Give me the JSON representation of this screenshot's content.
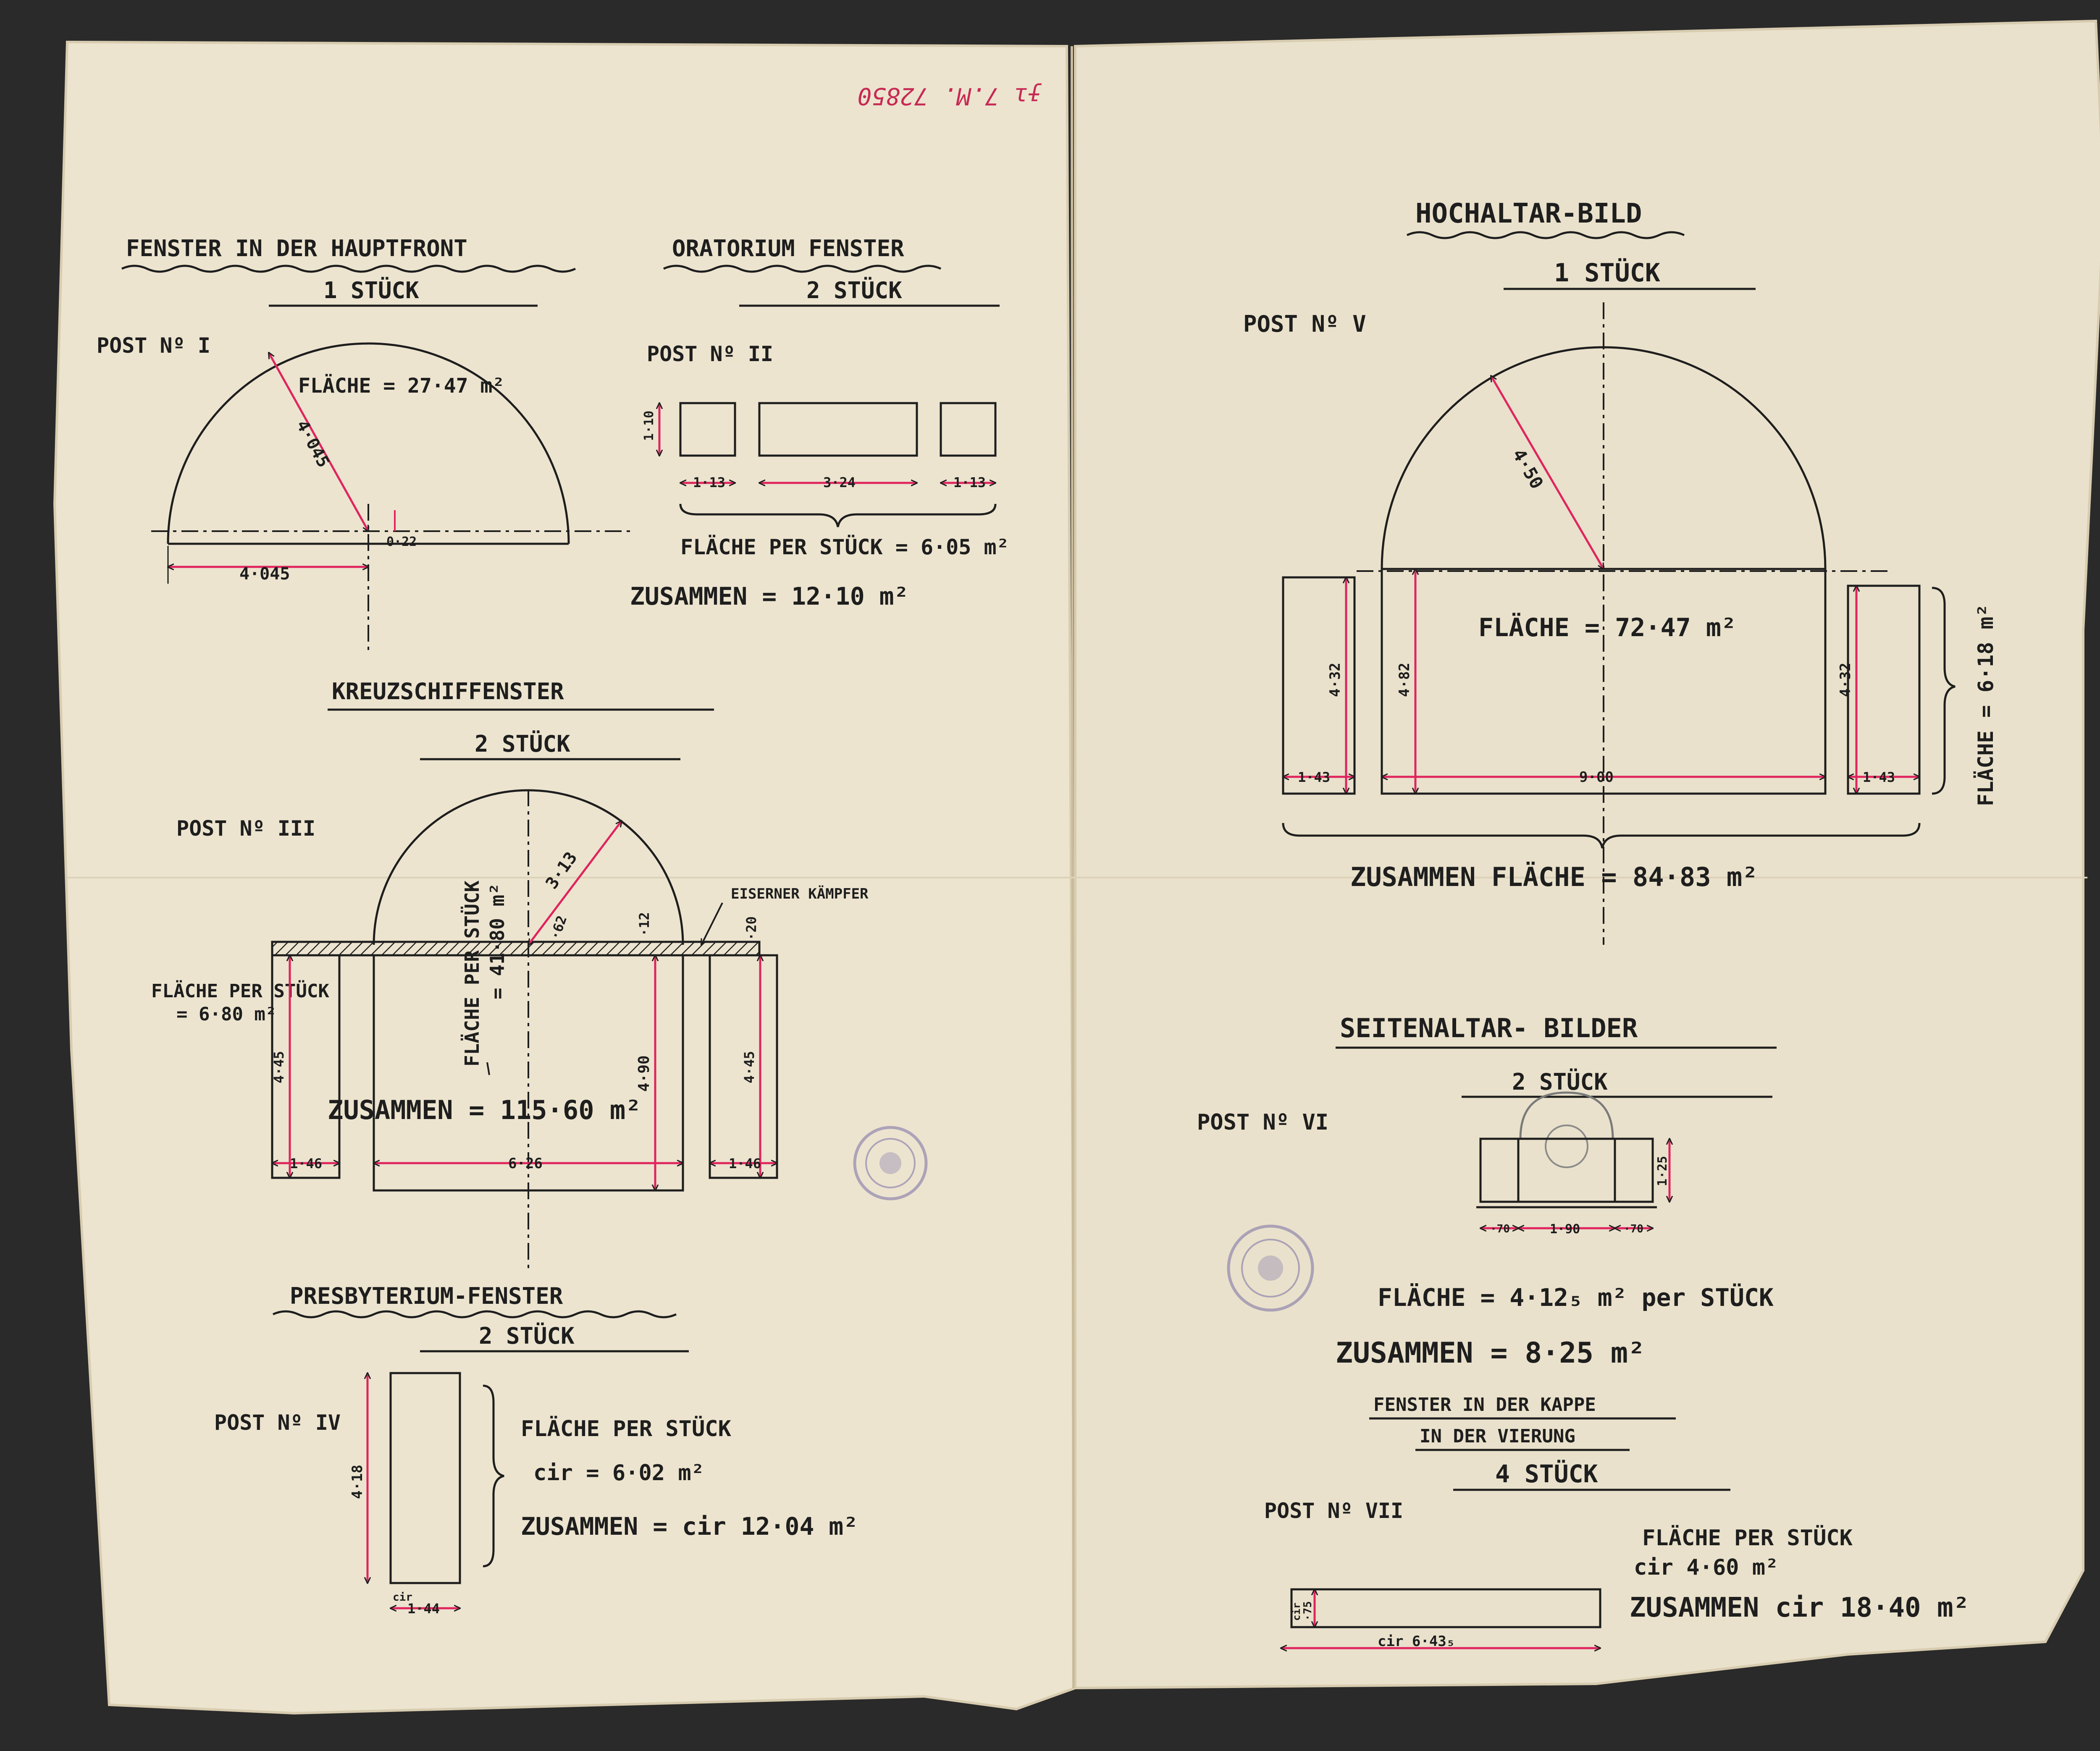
{
  "colors": {
    "paper": "#ece4cf",
    "paper_edge": "#d8ccb0",
    "ink": "#1e1e1e",
    "dim_red": "#e0245e",
    "stamp": "#7a6fa6",
    "pencil": "#c72a54"
  },
  "archive_note": "ɟɿ 7.M. 72850",
  "sec1": {
    "title": "FENSTER IN DER HAUPTFRONT",
    "qty": "1 STÜCK",
    "post": "POST Nº I",
    "area": "FLÄCHE = 27·47 m²",
    "radius": "4·045",
    "base": "4·045",
    "offset": "0·22"
  },
  "sec2": {
    "title": "ORATORIUM FENSTER",
    "qty": "2 STÜCK",
    "post": "POST Nº II",
    "height": "1·10",
    "w1": "1·13",
    "w2": "3·24",
    "w3": "1·13",
    "area": "FLÄCHE PER STÜCK = 6·05 m²",
    "total": "ZUSAMMEN = 12·10 m²"
  },
  "sec3": {
    "title": "KREUZSCHIFFENSTER",
    "qty": "2 STÜCK",
    "post": "POST Nº III",
    "kaempfer": "EISERNER KÄMPFER",
    "area_side_a": "FLÄCHE PER STÜCK",
    "area_side_b": "= 6·80 m²",
    "area_center_a": "FLÄCHE PER STÜCK",
    "area_center_b": "= 41·80 m²",
    "radius": "3·13",
    "d1": "·62",
    "d2": "·12",
    "d3": "·20",
    "h_left": "4·45",
    "h_center": "4·90",
    "h_right": "4·45",
    "w_left": "1·46",
    "w_center": "6·26",
    "w_right": "1·46",
    "total": "ZUSAMMEN = 115·60 m²"
  },
  "sec4": {
    "title": "PRESBYTERIUM-FENSTER",
    "qty": "2 STÜCK",
    "post": "POST Nº IV",
    "height": "4·18",
    "width_a": "cir",
    "width_b": "1·44",
    "area_a": "FLÄCHE PER STÜCK",
    "area_b": "cir = 6·02 m²",
    "total": "ZUSAMMEN = cir 12·04 m²"
  },
  "sec5": {
    "title": "HOCHALTAR-BILD",
    "qty": "1 STÜCK",
    "post": "POST Nº V",
    "radius": "4·50",
    "area": "FLÄCHE = 72·47 m²",
    "h_left": "4·32",
    "h_center": "4·82",
    "h_right": "4·32",
    "w_left": "1·43",
    "w_center": "9·00",
    "w_right": "1·43",
    "side_area": "FLÄCHE = 6·18 m²",
    "total": "ZUSAMMEN FLÄCHE = 84·83 m²"
  },
  "sec6": {
    "title": "SEITENALTAR- BILDER",
    "qty": "2 STÜCK",
    "post": "POST Nº VI",
    "height": "1·25",
    "w1": "·70",
    "w2": "1·90",
    "w3": "·70",
    "area": "FLÄCHE = 4·12₅ m² per STÜCK",
    "total": "ZUSAMMEN = 8·25 m²"
  },
  "sec7": {
    "title_a": "FENSTER IN DER KAPPE",
    "title_b": "IN DER VIERUNG",
    "qty": "4 STÜCK",
    "post": "POST Nº VII",
    "height_a": "cir",
    "height_b": "·75",
    "width": "cir 6·43₅",
    "area_a": "FLÄCHE PER STÜCK",
    "area_b": "cir 4·60 m²",
    "total": "ZUSAMMEN cir 18·40 m²"
  }
}
